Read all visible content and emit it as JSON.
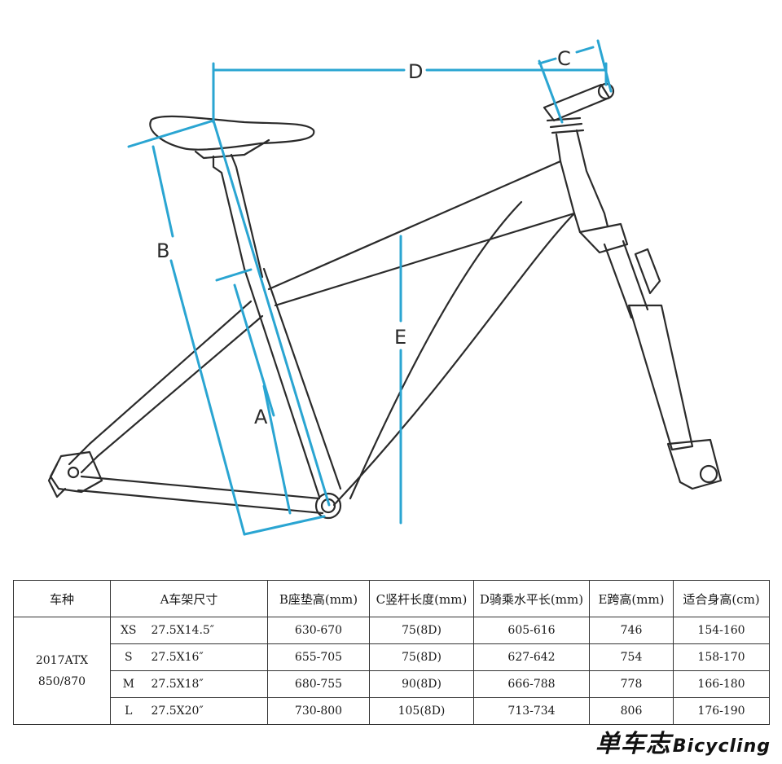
{
  "diagram": {
    "accent_color": "#2aa5d2",
    "line_color": "#2b2b2b",
    "dimension_labels": [
      "A",
      "B",
      "C",
      "D",
      "E"
    ]
  },
  "table": {
    "headers": [
      "车种",
      "A车架尺寸",
      "B座垫高(mm)",
      "C竖杆长度(mm)",
      "D骑乘水平长(mm)",
      "E跨高(mm)",
      "适合身高(cm)"
    ],
    "model_line1": "2017ATX",
    "model_line2": "850/870",
    "rows": [
      {
        "size": "XS",
        "frame": "27.5X14.5″",
        "saddle": "630-670",
        "stem": "75(8D)",
        "reach": "605-616",
        "standover": "746",
        "height": "154-160"
      },
      {
        "size": "S",
        "frame": "27.5X16″",
        "saddle": "655-705",
        "stem": "75(8D)",
        "reach": "627-642",
        "standover": "754",
        "height": "158-170"
      },
      {
        "size": "M",
        "frame": "27.5X18″",
        "saddle": "680-755",
        "stem": "90(8D)",
        "reach": "666-788",
        "standover": "778",
        "height": "166-180"
      },
      {
        "size": "L",
        "frame": "27.5X20″",
        "saddle": "730-800",
        "stem": "105(8D)",
        "reach": "713-734",
        "standover": "806",
        "height": "176-190"
      }
    ]
  },
  "watermark": {
    "chinese": "单车志",
    "english": "Bicycling"
  }
}
